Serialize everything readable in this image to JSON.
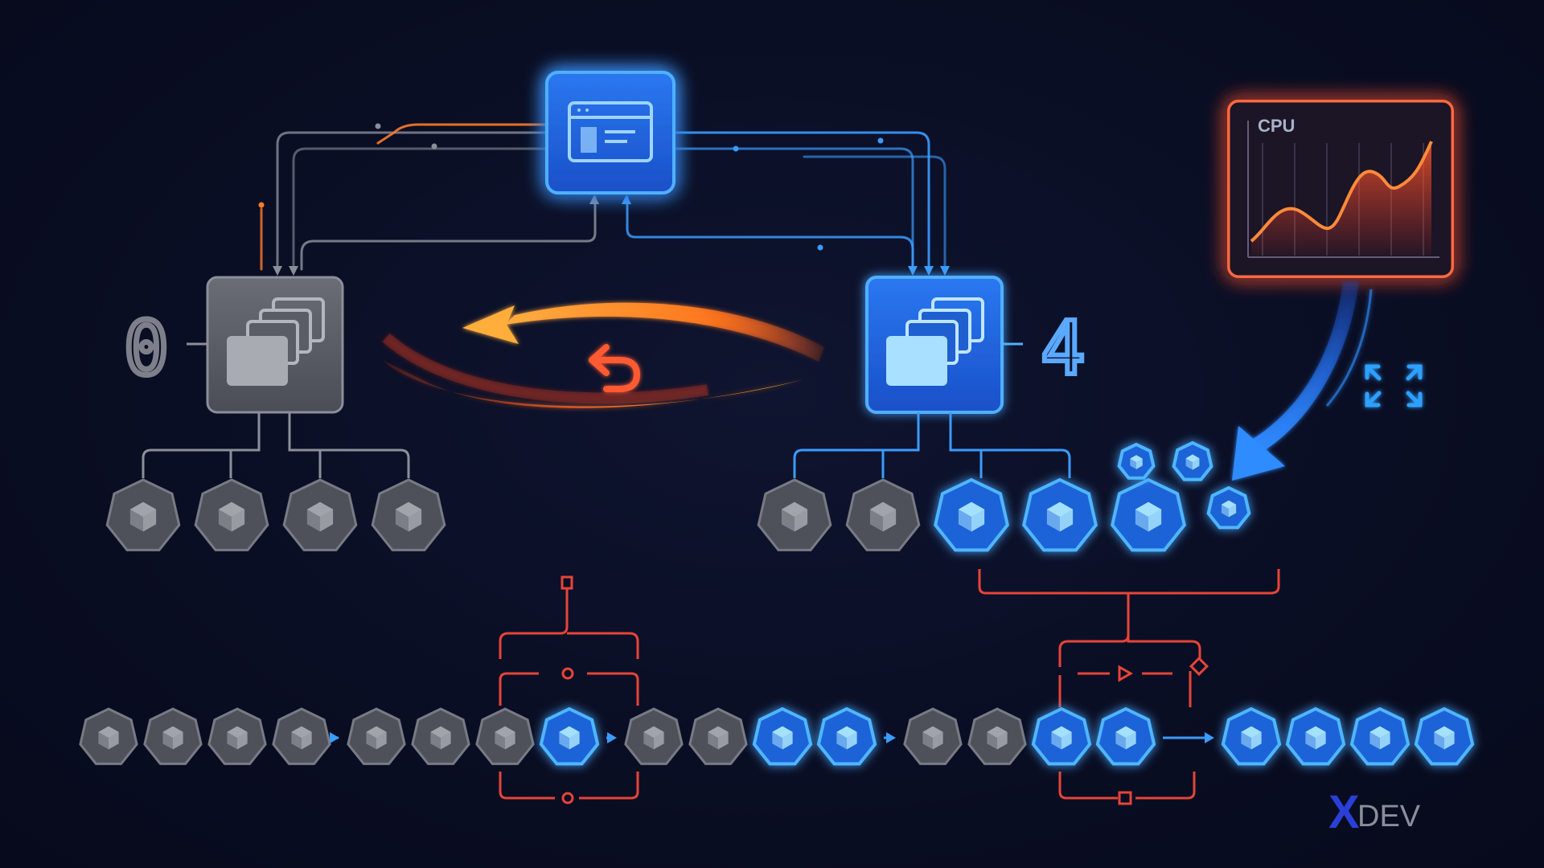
{
  "colors": {
    "background": "#0a0e24",
    "active_blue": "#2f8cff",
    "active_fill": "#1f63d8",
    "inactive_gray": "#6b6f7a",
    "scale_orange": "#ff8a1e",
    "alert_red": "#ff4a3a"
  },
  "controller": {
    "name": "controller-window-icon"
  },
  "deployments": {
    "old": {
      "replica_count": "0",
      "state": "inactive"
    },
    "new": {
      "replica_count": "4",
      "state": "active"
    }
  },
  "rollback_icon": "undo-arrow-icon",
  "cpu_panel": {
    "label": "CPU",
    "trend": "rising"
  },
  "expand_icon": "expand-arrows-icon",
  "pods": {
    "old_group": [
      "gray",
      "gray",
      "gray",
      "gray"
    ],
    "new_group": [
      "gray",
      "gray",
      "blue",
      "blue",
      "blue"
    ],
    "new_group_scaling": [
      "blue-small",
      "blue-small",
      "blue-small"
    ]
  },
  "timeline": {
    "stages": [
      [
        "gray",
        "gray",
        "gray",
        "gray"
      ],
      [
        "gray",
        "gray",
        "gray",
        "blue"
      ],
      [
        "gray",
        "gray",
        "blue",
        "blue"
      ],
      [
        "gray",
        "gray",
        "blue",
        "blue"
      ],
      [
        "blue",
        "blue",
        "blue",
        "blue"
      ]
    ]
  },
  "brand": {
    "mark": "X",
    "text": "DEV"
  }
}
